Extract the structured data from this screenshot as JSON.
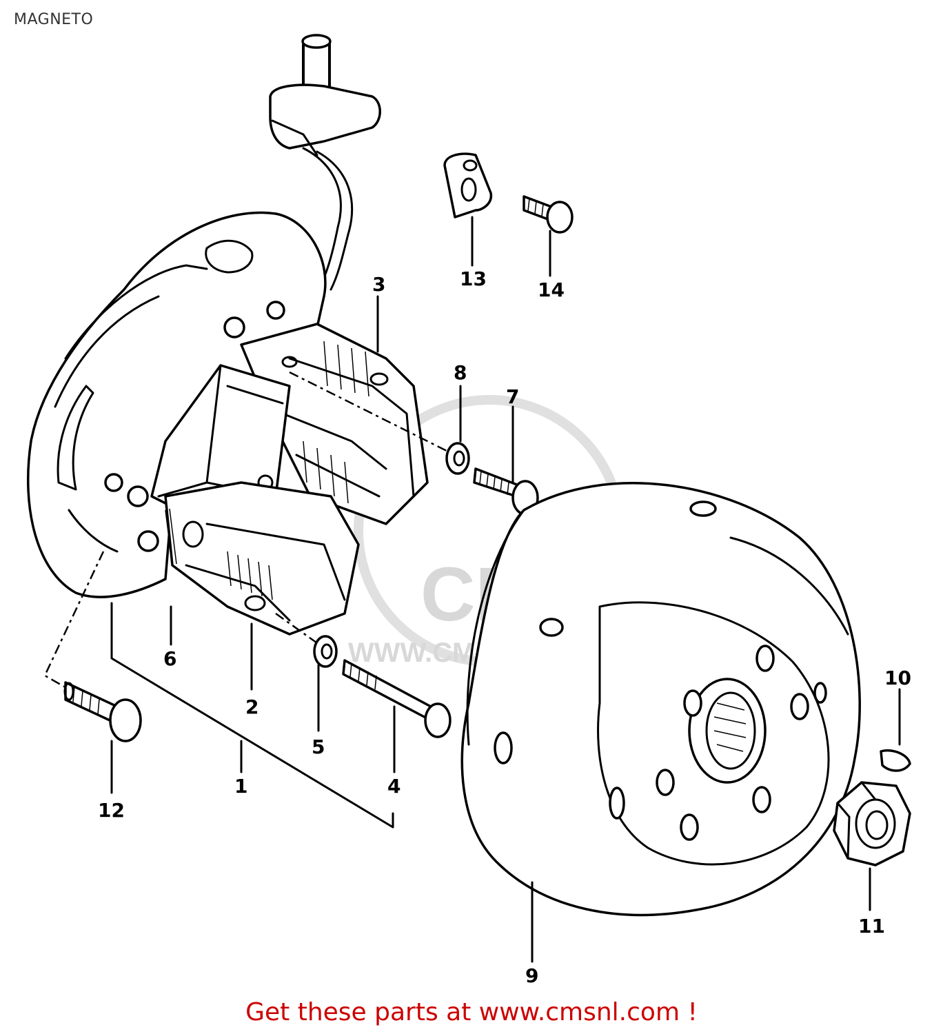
{
  "page": {
    "title": "MAGNETO"
  },
  "watermark": {
    "logo_text": "CMS",
    "url_text": "WWW.CMSNL.COM"
  },
  "callouts": [
    "1",
    "2",
    "3",
    "4",
    "5",
    "6",
    "7",
    "8",
    "9",
    "10",
    "11",
    "12",
    "13",
    "14"
  ],
  "footer": {
    "link_text": "Get these parts at www.cmsnl.com !",
    "color": "#cc0000"
  }
}
